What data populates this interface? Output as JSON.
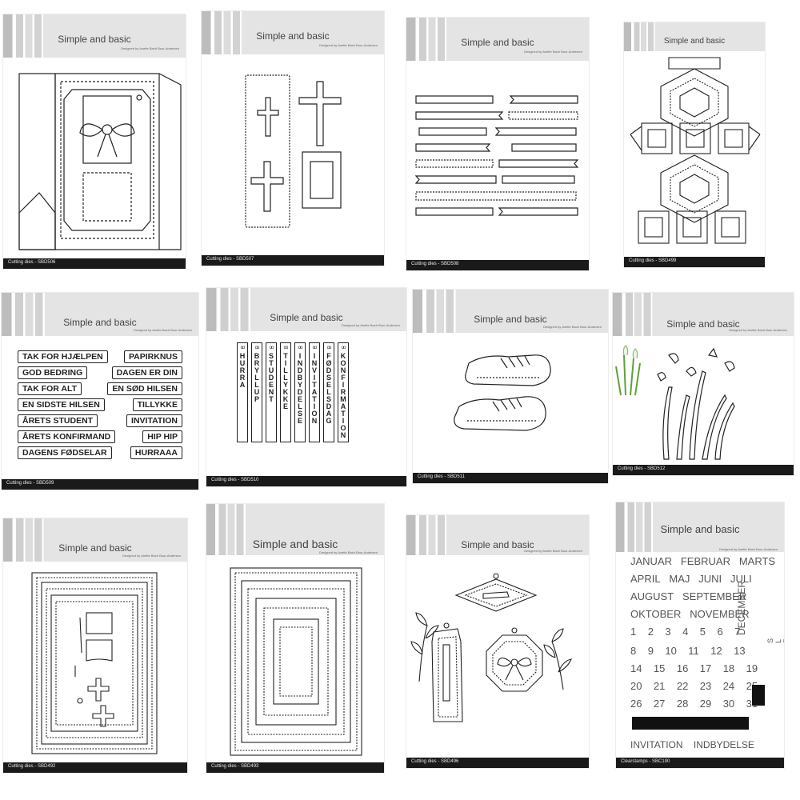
{
  "brand": "Simple and basic",
  "designer": "Designed by Anette Bach Buur-Andersen",
  "colors": {
    "footer": "#1a1a1a",
    "header_gray": "#d6d6d6",
    "line": "#222222",
    "flower_green": "#5aa23a"
  },
  "cards": [
    {
      "id": "sbd506",
      "footer": "Cutting dies - SBD506"
    },
    {
      "id": "sbd507",
      "footer": "Cutting dies - SBD507"
    },
    {
      "id": "sbd508",
      "footer": "Cutting dies - SBD508"
    },
    {
      "id": "sbd499",
      "footer": "Cutting dies - SBD499"
    },
    {
      "id": "sbd509",
      "footer": "Cutting dies - SBD509"
    },
    {
      "id": "sbd510",
      "footer": "Cutting dies - SBD510"
    },
    {
      "id": "sbd511",
      "footer": "Cutting dies - SBD511"
    },
    {
      "id": "sbd512",
      "footer": "Cutting dies - SBD512"
    },
    {
      "id": "sbd492",
      "footer": "Cutting dies - SBD492"
    },
    {
      "id": "sbd493",
      "footer": "Cutting dies - SBD493"
    },
    {
      "id": "sbd496",
      "footer": "Cutting dies - SBD496"
    },
    {
      "id": "sbc190",
      "footer": "Clearstamps - SBC190"
    }
  ],
  "phrases": [
    [
      "TAK FOR HJÆLPEN",
      "PAPIRKNUS"
    ],
    [
      "GOD BEDRING",
      "DAGEN ER DIN"
    ],
    [
      "TAK FOR ALT",
      "EN SØD HILSEN"
    ],
    [
      "EN SIDSTE HILSEN",
      "TILLYKKE"
    ],
    [
      "ÅRETS STUDENT",
      "INVITATION"
    ],
    [
      "ÅRETS KONFIRMAND",
      "HIP HIP"
    ],
    [
      "DAGENS FØDSELAR",
      "HURRAAA"
    ]
  ],
  "tags": [
    "HURRA",
    "BRYLLUP",
    "STUDENT",
    "TILLYKKE",
    "INDBYDELSE",
    "INVITATION",
    "FØDSELSDAG",
    "KONFIRMATION"
  ],
  "calendar": {
    "months_rows": [
      [
        "JANUAR",
        "FEBRUAR",
        "MARTS"
      ],
      [
        "APRIL",
        "MAJ",
        "JUNI",
        "JULI"
      ],
      [
        "AUGUST",
        "SEPTEMBER"
      ],
      [
        "OKTOBER",
        "NOVEMBER"
      ]
    ],
    "december": "DECEMBER",
    "weekdays": "S L F T O T M",
    "day_rows": [
      [
        "8",
        "9",
        "10",
        "11",
        "12",
        "13"
      ],
      [
        "14",
        "15",
        "16",
        "17",
        "18",
        "19"
      ],
      [
        "20",
        "21",
        "22",
        "23",
        "24",
        "25"
      ],
      [
        "26",
        "27",
        "28",
        "29",
        "30",
        "31"
      ]
    ],
    "small_row": [
      "1",
      "2",
      "3",
      "4",
      "5",
      "6",
      "7"
    ],
    "words": [
      "INVITATION",
      "INDBYDELSE"
    ]
  }
}
